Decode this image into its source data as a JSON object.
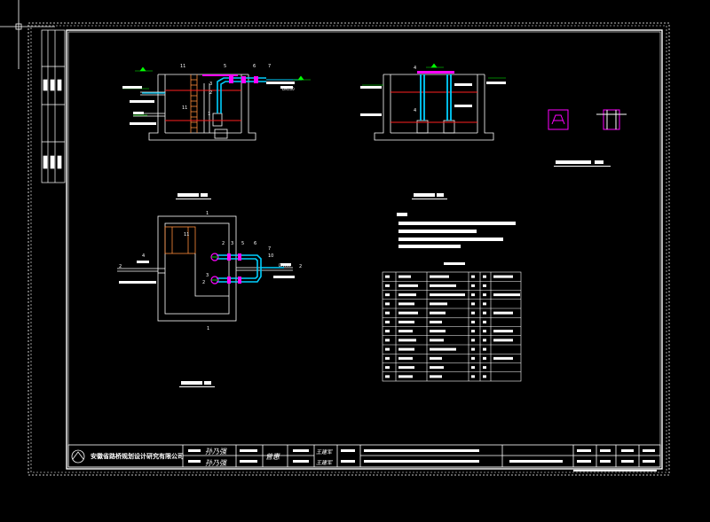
{
  "canvas": {
    "width": 800,
    "height": 589,
    "background": "#000000"
  },
  "colors": {
    "frame": "#ffffff",
    "water_pipe": "#00cfff",
    "fitting": "#ff00ff",
    "water_level": "#ff2020",
    "level_mark": "#00ff00",
    "ladder": "#ff8c3a",
    "crosshair": "#ffffff"
  },
  "title_block": {
    "company": "安徽省路桥规划设计研究有限公司",
    "signature_1": "孙乃强",
    "signature_2": "孙乃强",
    "signature_3": "曾惠",
    "signature_4": "王建军",
    "signature_5": "王建军"
  },
  "drawing": {
    "callouts_section_a": [
      "11",
      "1",
      "2",
      "3",
      "5",
      "6",
      "7"
    ],
    "callouts_section_b": [
      "4"
    ],
    "callouts_plan": [
      "11",
      "2",
      "3",
      "5",
      "6",
      "7",
      "10",
      "3",
      "2"
    ],
    "pipe_tag": "DN100",
    "section_marks": [
      "1",
      "1",
      "2",
      "2"
    ],
    "icons": [
      "pump-symbol",
      "valve-symbol"
    ]
  },
  "material_table": {
    "rows": 12,
    "columns": 6
  }
}
